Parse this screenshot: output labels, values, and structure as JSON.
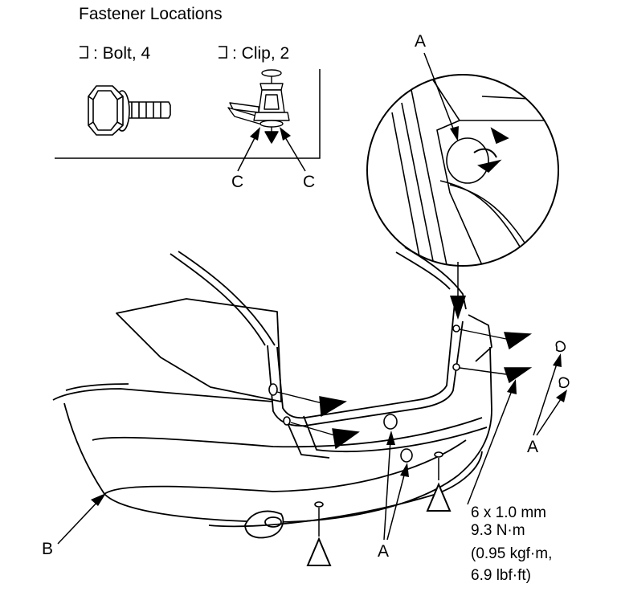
{
  "legend": {
    "title": "Fastener Locations",
    "bolt_label": ": Bolt, 4",
    "clip_label": ": Clip, 2"
  },
  "callouts": {
    "A": "A",
    "B": "B",
    "C": "C"
  },
  "torque_spec": {
    "size": "6 x 1.0 mm",
    "torque_nm": "9.3 N·m",
    "torque_kgfm": "(0.95 kgf·m,",
    "torque_lbfft": "6.9 lbf·ft)"
  },
  "icons": {
    "bolt_marker": "open-bracket-symbol",
    "clip_marker": "open-bracket-symbol",
    "bolt_location_marker": "triangle-outline",
    "clip_location_marker": "solid-arrowhead"
  },
  "colors": {
    "line": "#000000",
    "background": "#ffffff"
  }
}
